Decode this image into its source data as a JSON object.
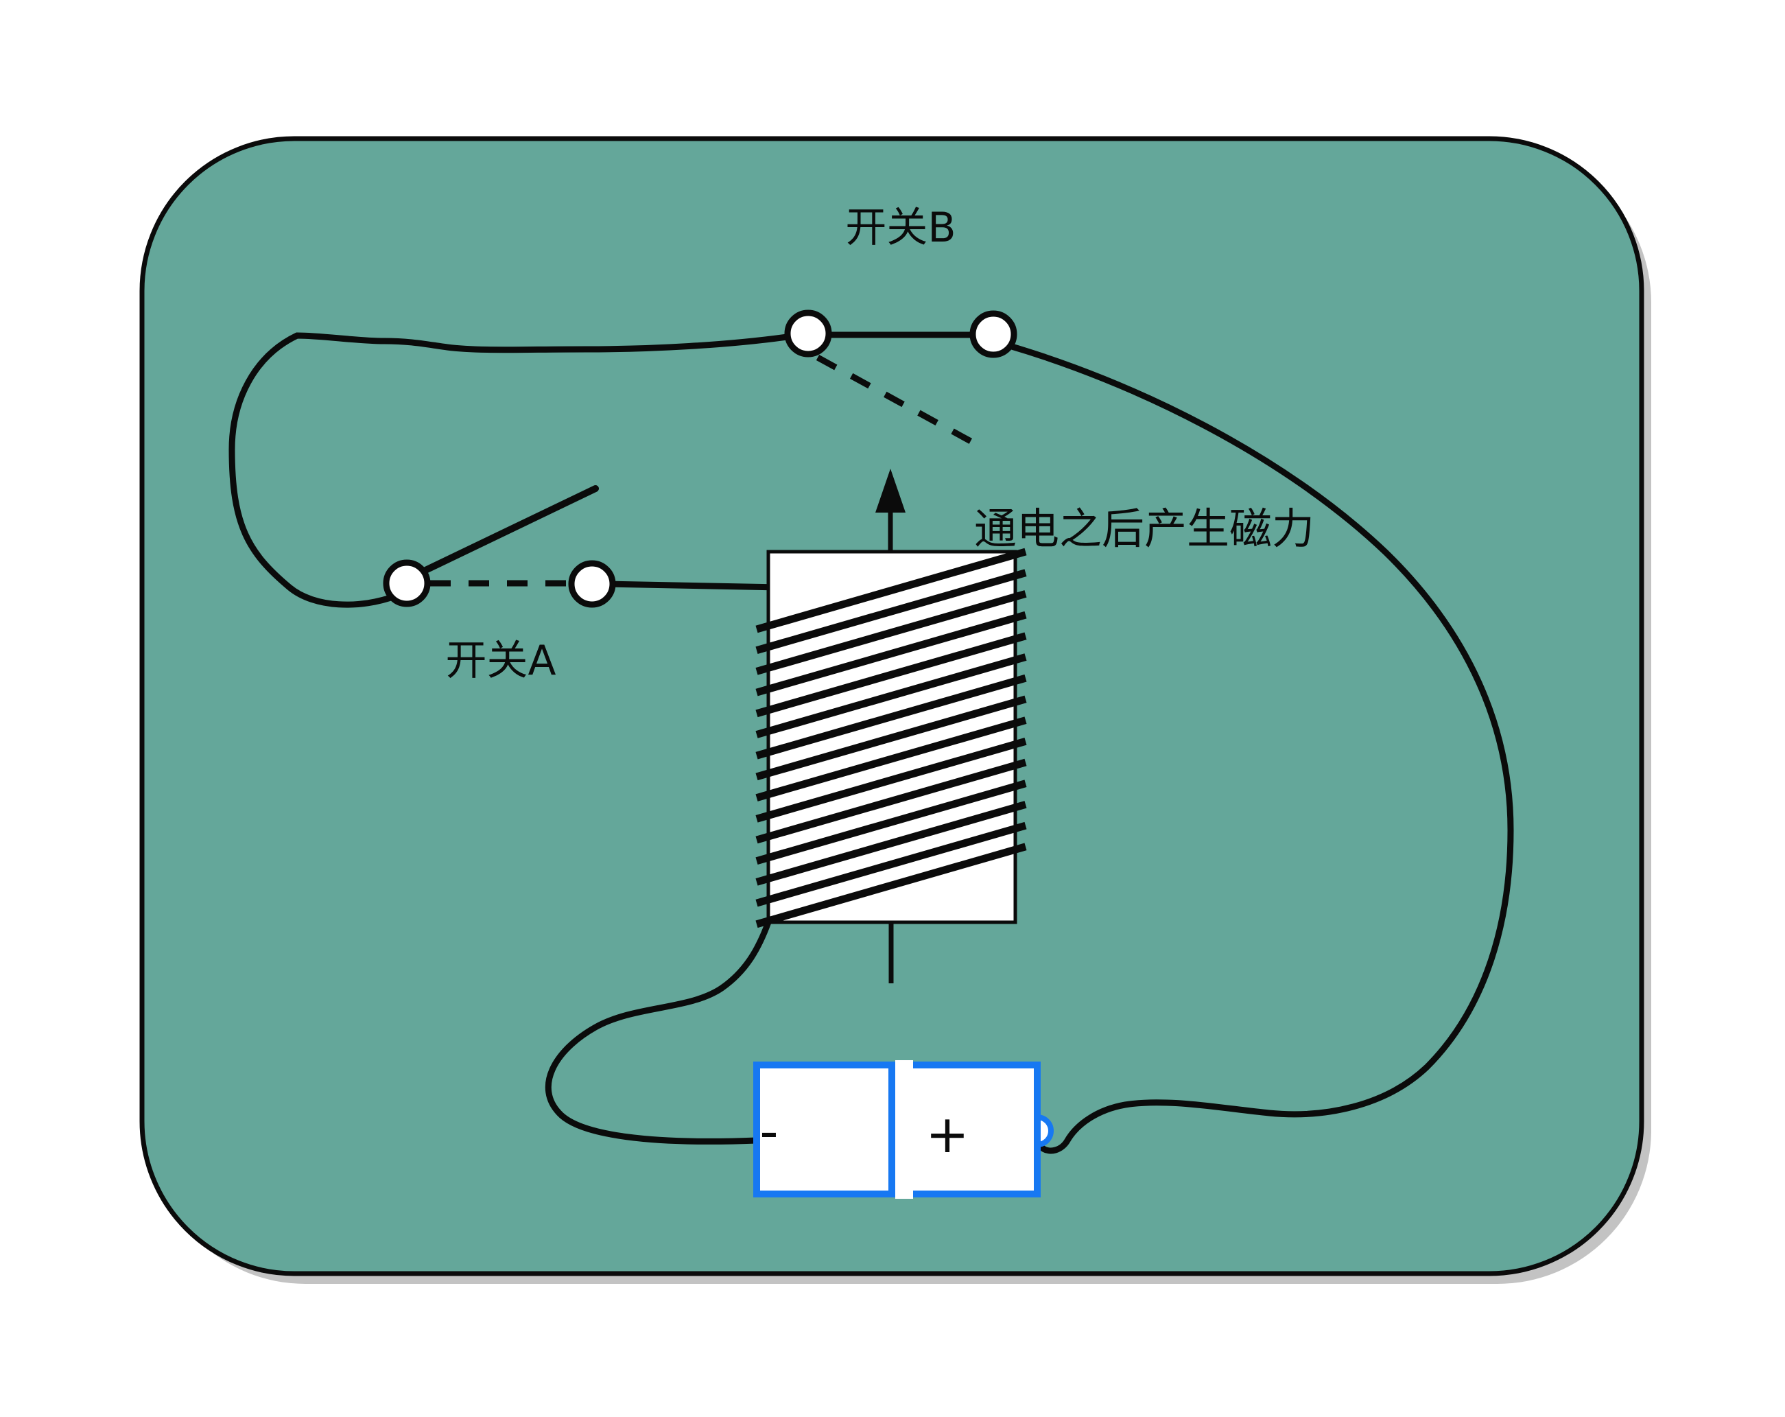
{
  "diagram": {
    "switch_b_label": "开关B",
    "switch_a_label": "开关A",
    "annotation": "通电之后产生磁力",
    "battery": {
      "minus_label": "-",
      "plus_label": "+"
    },
    "coil": {
      "winding_count": 15
    },
    "colors": {
      "panel_fill": "#64a79a",
      "line_black": "#0b0b0b",
      "battery_blue": "#1778f2",
      "shadow_gray": "#c3c3c3",
      "component_white": "#ffffff"
    }
  }
}
